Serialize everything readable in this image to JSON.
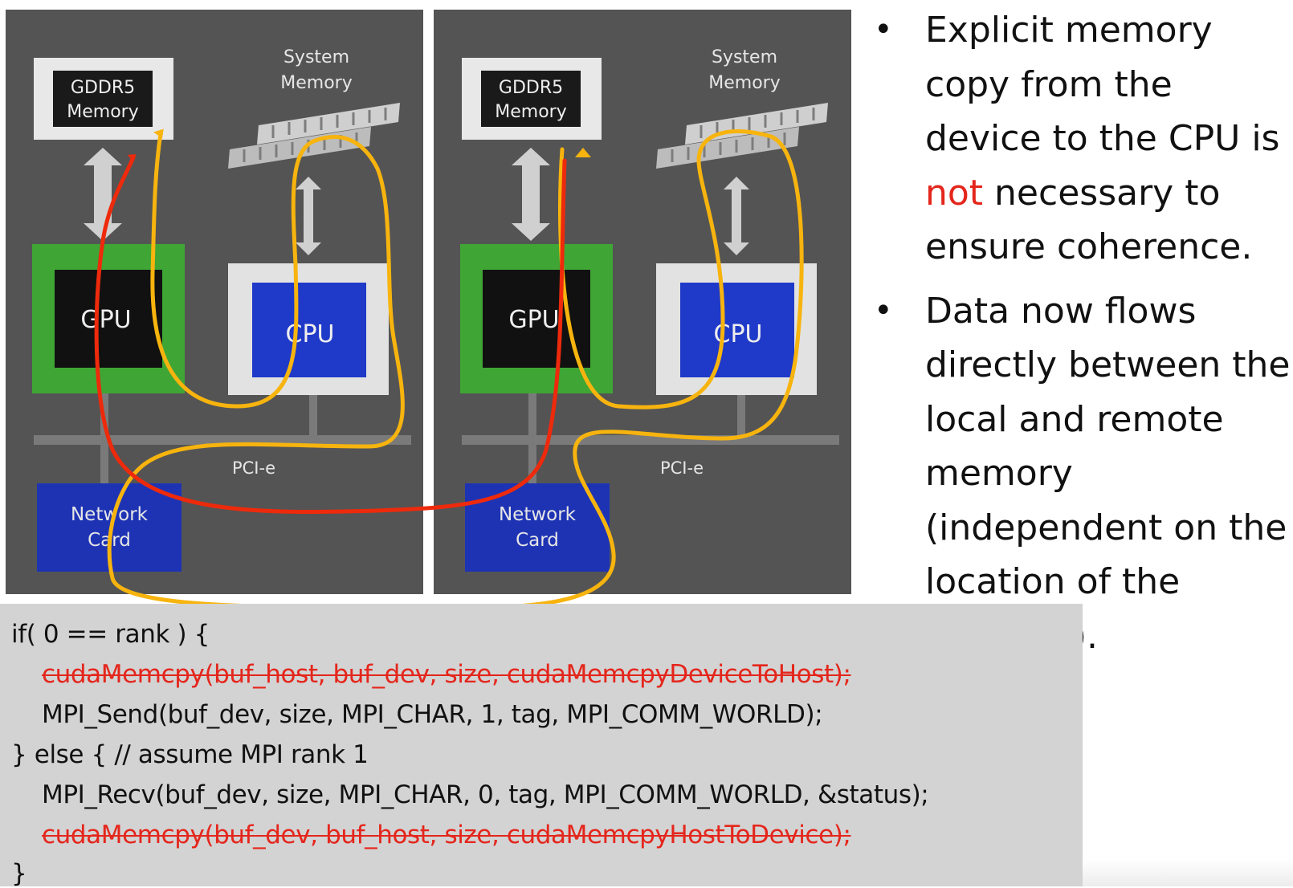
{
  "diagram": {
    "gddr5_label_line1": "GDDR5",
    "gddr5_label_line2": "Memory",
    "system_memory_line1": "System",
    "system_memory_line2": "Memory",
    "gpu_label": "GPU",
    "cpu_label": "CPU",
    "pcie_label": "PCI-e",
    "network_card_line1": "Network",
    "network_card_line2": "Card",
    "colors": {
      "panel": "#545454",
      "gpu_border": "#3fa535",
      "cpu_block": "#1f39c8",
      "network_card": "#1e33b4",
      "red_path": "#ee2a0c",
      "orange_path": "#f7b40e"
    }
  },
  "bullets": [
    {
      "pre": "Explicit memory copy from the device to the CPU is ",
      "highlight": "not",
      "post": " necessary to ensure coherence."
    },
    {
      "text": "Data now flows directly between the local and remote memory (independent on the location of the memory)."
    }
  ],
  "bullet_symbol": "•",
  "code": [
    "if( 0 == rank ) {",
    "cudaMemcpy(buf_host, buf_dev, size, cudaMemcpyDeviceToHost);",
    "MPI_Send(buf_dev, size, MPI_CHAR, 1, tag, MPI_COMM_WORLD);",
    "} else { // assume MPI rank 1",
    "MPI_Recv(buf_dev, size, MPI_CHAR, 0, tag, MPI_COMM_WORLD, &status);",
    "cudaMemcpy(buf_dev, buf_host, size, cudaMemcpyHostToDevice);",
    "}"
  ]
}
